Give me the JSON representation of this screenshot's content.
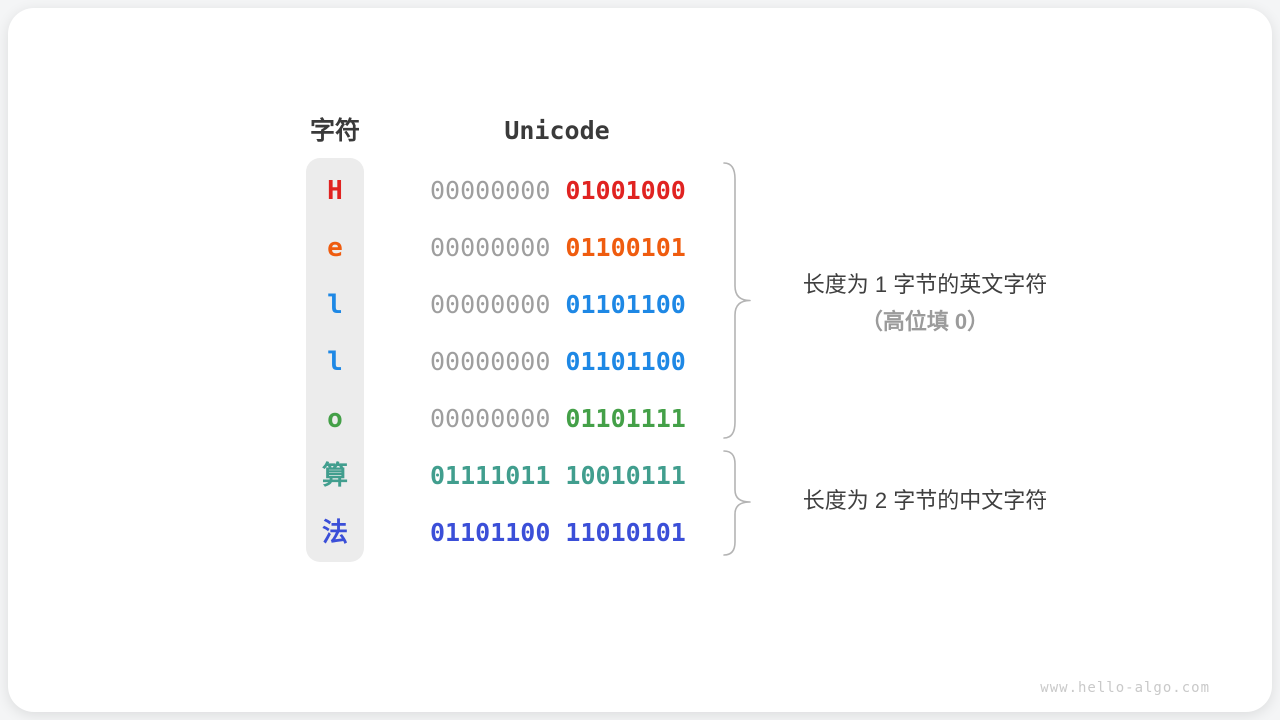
{
  "header": {
    "char_label": "字符",
    "unicode_label": "Unicode"
  },
  "rows": [
    {
      "char": "H",
      "color": "#e02321",
      "byte1": "00000000",
      "byte1_gray": true,
      "byte2": "01001000"
    },
    {
      "char": "e",
      "color": "#ef5c0f",
      "byte1": "00000000",
      "byte1_gray": true,
      "byte2": "01100101"
    },
    {
      "char": "l",
      "color": "#1e88e5",
      "byte1": "00000000",
      "byte1_gray": true,
      "byte2": "01101100"
    },
    {
      "char": "l",
      "color": "#1e88e5",
      "byte1": "00000000",
      "byte1_gray": true,
      "byte2": "01101100"
    },
    {
      "char": "o",
      "color": "#44a048",
      "byte1": "00000000",
      "byte1_gray": true,
      "byte2": "01101111"
    },
    {
      "char": "算",
      "color": "#419e8e",
      "byte1": "01111011",
      "byte1_gray": false,
      "byte2": "10010111"
    },
    {
      "char": "法",
      "color": "#3b4fd8",
      "byte1": "01101100",
      "byte1_gray": false,
      "byte2": "11010101"
    }
  ],
  "annotations": {
    "group1_line1": "长度为 1 字节的英文字符",
    "group1_line2": "（高位填 0）",
    "group2_line1": "长度为 2 字节的中文字符"
  },
  "colors": {
    "ink": "#3a3a3a",
    "gray_bits": "#9e9e9e",
    "brace": "#b4b4b4",
    "annotation_primary": "#3f3f3f",
    "annotation_secondary": "#9b9b9b",
    "column_bg": "#ececec",
    "card_bg": "#ffffff",
    "page_bg": "#f4f5f6",
    "watermark": "#c9c9c9"
  },
  "watermark": "www.hello-algo.com"
}
